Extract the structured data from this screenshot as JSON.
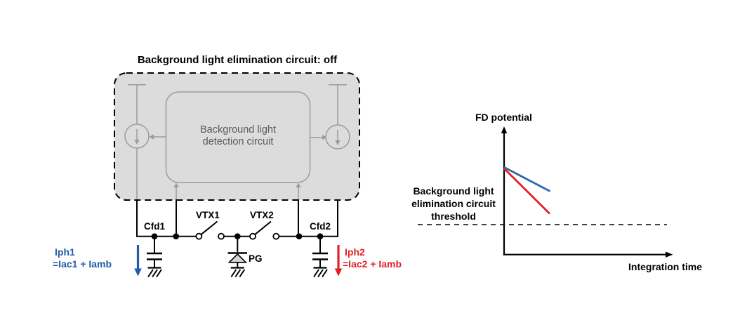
{
  "figure": {
    "title": "Background light elimination circuit: off",
    "detection_box": {
      "line1": "Background light",
      "line2": "detection circuit"
    },
    "components": {
      "cfd1": "Cfd1",
      "vtx1": "VTX1",
      "vtx2": "VTX2",
      "cfd2": "Cfd2",
      "pg": "PG"
    },
    "current_left": {
      "name": "Iph1",
      "equation": "=Iac1 + Iamb",
      "color": "#1f5ca9"
    },
    "current_right": {
      "name": "Iph2",
      "equation": "=Iac2 + Iamb",
      "color": "#e02127"
    }
  },
  "chart": {
    "type": "line",
    "y_label": "FD potential",
    "x_label": "Integration time",
    "threshold_label": {
      "line1": "Background light",
      "line2": "elimination circuit",
      "line3": "threshold"
    },
    "series": [
      {
        "name": "Iph1 (blue)",
        "color": "#2e67ae",
        "points_rel": [
          [
            0,
            0.69
          ],
          [
            0.28,
            0.5
          ]
        ]
      },
      {
        "name": "Iph2 (red)",
        "color": "#e02127",
        "points_rel": [
          [
            0,
            0.68
          ],
          [
            0.28,
            0.32
          ]
        ]
      }
    ],
    "threshold_line": {
      "style": "dashed",
      "y_rel": 0.24
    },
    "axes": {
      "grid": false,
      "ticks": "none"
    }
  },
  "colors": {
    "box_fill": "#dcdcdc",
    "box_inner_stroke": "#9b9b9b",
    "circuit_gray": "#9b9b9b",
    "gray_text": "#5a5a5a",
    "blue": "#1f5ca9",
    "chart_blue": "#2e67ae",
    "red": "#e02127",
    "black": "#000000",
    "background": "#ffffff"
  }
}
